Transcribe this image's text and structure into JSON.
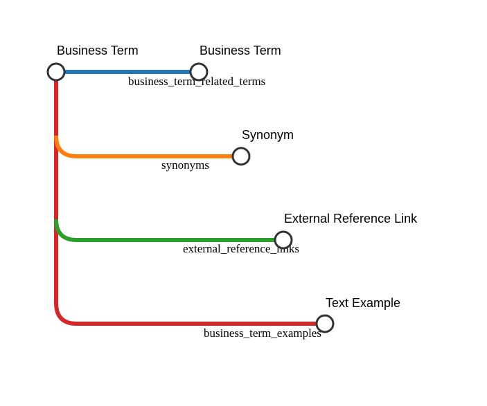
{
  "root": {
    "label": "Business Term"
  },
  "relations": [
    {
      "target_label": "Business Term",
      "edge_label": "business_term_related_terms",
      "color": "#1f77b4"
    },
    {
      "target_label": "Synonym",
      "edge_label": "synonyms",
      "color": "#ff7f0e"
    },
    {
      "target_label": "External Reference Link",
      "edge_label": "external_reference_links",
      "color": "#2ca02c"
    },
    {
      "target_label": "Text Example",
      "edge_label": "business_term_examples",
      "color": "#d62728"
    }
  ]
}
